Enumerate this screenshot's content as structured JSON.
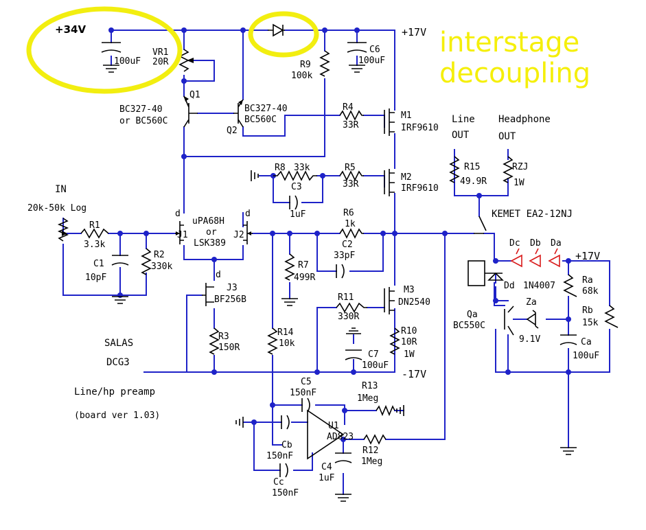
{
  "rails": {
    "pos34": "+34V",
    "pos17_top": "+17V",
    "pos17_right": "+17V",
    "neg17": "-17V"
  },
  "annotation": {
    "line1": "interstage",
    "line2": "decoupling"
  },
  "title": {
    "line1": "SALAS",
    "line2": "DCG3",
    "line3": "Line/hp preamp",
    "line4": "(board ver 1.03)"
  },
  "input": {
    "label": "IN",
    "pot": "20k-50k Log"
  },
  "outputs": {
    "line_out_1": "Line",
    "line_out_2": "OUT",
    "hp_out_1": "Headphone",
    "hp_out_2": "OUT",
    "relay": "KEMET EA2-12NJ"
  },
  "components": {
    "c_top": "100uF",
    "vr1_name": "VR1",
    "vr1_val": "20R",
    "c6_name": "C6",
    "c6_val": "100uF",
    "r9_name": "R9",
    "r9_val": "100k",
    "q1_name": "Q1",
    "q1_type1": "BC327-40",
    "q1_type2": "or BC560C",
    "q2_name": "Q2",
    "q2_type1": "BC327-40",
    "q2_type2": "BC560C",
    "r4_name": "R4",
    "r4_val": "33R",
    "m1_name": "M1",
    "m1_type": "IRF9610",
    "r8_name": "R8",
    "r8_val": "33k",
    "r5_name": "R5",
    "r5_val": "33R",
    "m2_name": "M2",
    "m2_type": "IRF9610",
    "c3_name": "C3",
    "c3_val": "1uF",
    "r15_name": "R15",
    "r15_val": "49.9R",
    "rzj_name": "RZJ",
    "rzj_val": "1W",
    "r1_name": "R1",
    "r1_val": "3.3k",
    "c1_name": "C1",
    "c1_val": "10pF",
    "r2_name": "R2",
    "r2_val": "330k",
    "j1_name": "J1",
    "j2_name": "J2",
    "jfet_t1": "uPA68H",
    "jfet_t2": "or",
    "jfet_t3": "LSK389",
    "d_left": "d",
    "d_right": "d",
    "d_j3": "d",
    "r6_name": "R6",
    "r6_val": "1k",
    "c2_name": "C2",
    "c2_val": "33pF",
    "r7_name": "R7",
    "r7_val": "499R",
    "j3_name": "J3",
    "j3_type": "BF256B",
    "dc_name": "Dc",
    "db_name": "Db",
    "da_name": "Da",
    "dd_name": "Dd",
    "dd_type": "1N4007",
    "ra_name": "Ra",
    "ra_val": "68k",
    "rb_name": "Rb",
    "rb_val": "15k",
    "r11_name": "R11",
    "r11_val": "330R",
    "m3_name": "M3",
    "m3_type": "DN2540",
    "qa_name": "Qa",
    "qa_type": "BC550C",
    "za_name": "Za",
    "za_val": "9.1V",
    "ca_name": "Ca",
    "ca_val": "100uF",
    "r3_name": "R3",
    "r3_val": "150R",
    "r14_name": "R14",
    "r14_val": "10k",
    "c7_name": "C7",
    "c7_val": "100uF",
    "r10_name": "R10",
    "r10_val": "10R",
    "r10_pw": "1W",
    "c5_name": "C5",
    "c5_val": "150nF",
    "r13_name": "R13",
    "r13_val": "1Meg",
    "u1_name": "U1",
    "u1_type": "AD823",
    "r12_name": "R12",
    "r12_val": "1Meg",
    "cb_name": "Cb",
    "cb_val": "150nF",
    "c4_name": "C4",
    "c4_val": "1uF",
    "cc_name": "Cc",
    "cc_val": "150nF"
  },
  "colors": {
    "wire": "#1e22c8",
    "highlight": "#f5ef0a",
    "led": "#d81818"
  }
}
